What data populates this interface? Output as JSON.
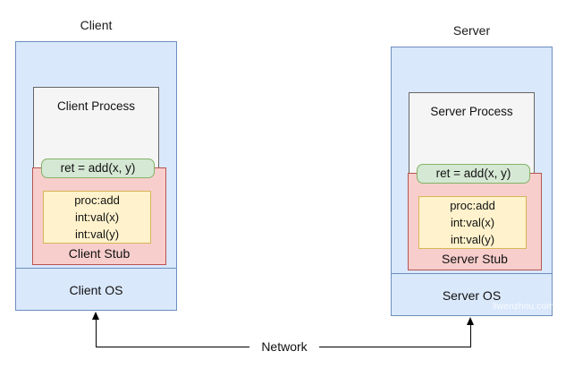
{
  "client": {
    "title": "Client",
    "process_label": "Client Process",
    "call_label": "ret = add(x, y)",
    "packet_fields": [
      "proc:add",
      "int:val(x)",
      "int:val(y)"
    ],
    "stub_label": "Client Stub",
    "os_label": "Client OS"
  },
  "server": {
    "title": "Server",
    "process_label": "Server Process",
    "call_label": "ret = add(x, y)",
    "packet_fields": [
      "proc:add",
      "int:val(x)",
      "int:val(y)"
    ],
    "stub_label": "Server Stub",
    "os_label": "Server OS"
  },
  "network": {
    "label": "Network"
  },
  "watermark": "liwenzhou.com",
  "colors": {
    "machine_fill": "#dae8fc",
    "machine_border": "#6c8ebf",
    "process_fill": "#f5f5f5",
    "process_border": "#666666",
    "call_fill": "#d5e8d4",
    "call_border": "#82b366",
    "stub_fill": "#f8cecc",
    "stub_border": "#b85450",
    "packet_fill": "#fff2cc",
    "packet_border": "#d6b656",
    "connector": "#000000"
  }
}
